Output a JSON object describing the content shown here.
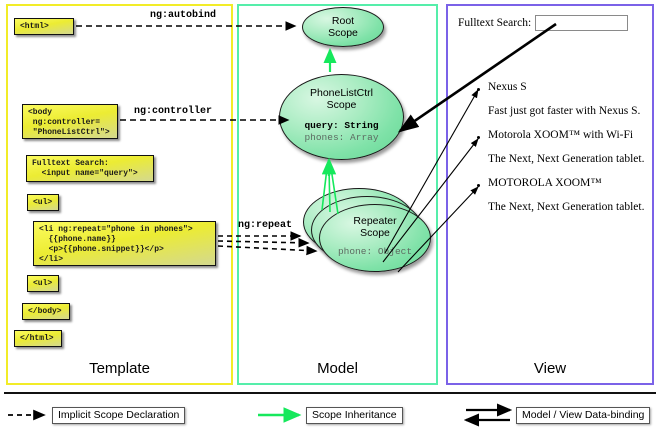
{
  "panels": [
    {
      "id": "template",
      "label": "Template",
      "border_color": "#f2ec28"
    },
    {
      "id": "model",
      "label": "Model",
      "border_color": "#55eeaa"
    },
    {
      "id": "view",
      "label": "View",
      "border_color": "#7b62e8"
    }
  ],
  "template": {
    "boxes": [
      {
        "name": "html-open-tag",
        "code": "<html>"
      },
      {
        "name": "body-open-tag",
        "code": "<body\n ng:controller=\n \"PhoneListCtrl\">"
      },
      {
        "name": "fulltext-search",
        "code": "Fulltext Search:\n  <input name=\"query\">"
      },
      {
        "name": "ul-open-tag",
        "code": "<ul>"
      },
      {
        "name": "li-repeat",
        "code": "<li ng:repeat=\"phone in phones\">\n  {{phone.name}}\n  <p>{{phone.snippet}}</p>\n</li>"
      },
      {
        "name": "ul-close-tag",
        "code": "<ul>"
      },
      {
        "name": "body-close-tag",
        "code": "</body>"
      },
      {
        "name": "html-close-tag",
        "code": "</html>"
      }
    ]
  },
  "connectors": [
    {
      "name": "ng-autobind",
      "label": "ng:autobind"
    },
    {
      "name": "ng-controller",
      "label": "ng:controller"
    },
    {
      "name": "ng-repeat",
      "label": "ng:repeat"
    }
  ],
  "model": {
    "scopes": [
      {
        "name": "root-scope",
        "title_line1": "Root",
        "title_line2": "Scope",
        "props": []
      },
      {
        "name": "phonelistctrl-scope",
        "title_line1": "PhoneListCtrl",
        "title_line2": "Scope",
        "props": [
          {
            "text": "query: String",
            "emphasis": "bold"
          },
          {
            "text": "phones: Array",
            "emphasis": "dim"
          }
        ]
      },
      {
        "name": "repeater-scope",
        "title_line1": "Repeater",
        "title_line2": "Scope",
        "props": [
          {
            "text": "phone: Object",
            "emphasis": "dim"
          }
        ]
      }
    ]
  },
  "view": {
    "search_label": "Fulltext Search:",
    "search_value": "",
    "items": [
      {
        "title": "Nexus S",
        "desc": "Fast just got faster with Nexus S."
      },
      {
        "title": "Motorola XOOM™  with Wi-Fi",
        "desc": "The Next, Next Generation tablet."
      },
      {
        "title": "MOTOROLA XOOM™",
        "desc": "The Next, Next Generation tablet."
      }
    ]
  },
  "legend": [
    {
      "name": "implicit-scope-declaration",
      "label": "Implicit Scope Declaration",
      "arrow": "dashed-black"
    },
    {
      "name": "scope-inheritance",
      "label": "Scope Inheritance",
      "arrow": "solid-green"
    },
    {
      "name": "model-view-data-binding",
      "label": "Model / View Data-binding",
      "arrow": "double-black"
    }
  ],
  "colors": {
    "scope_fill": "#7fe2a8",
    "code_fill": "#ecec33",
    "inheritance_arrow": "#16e85c"
  }
}
